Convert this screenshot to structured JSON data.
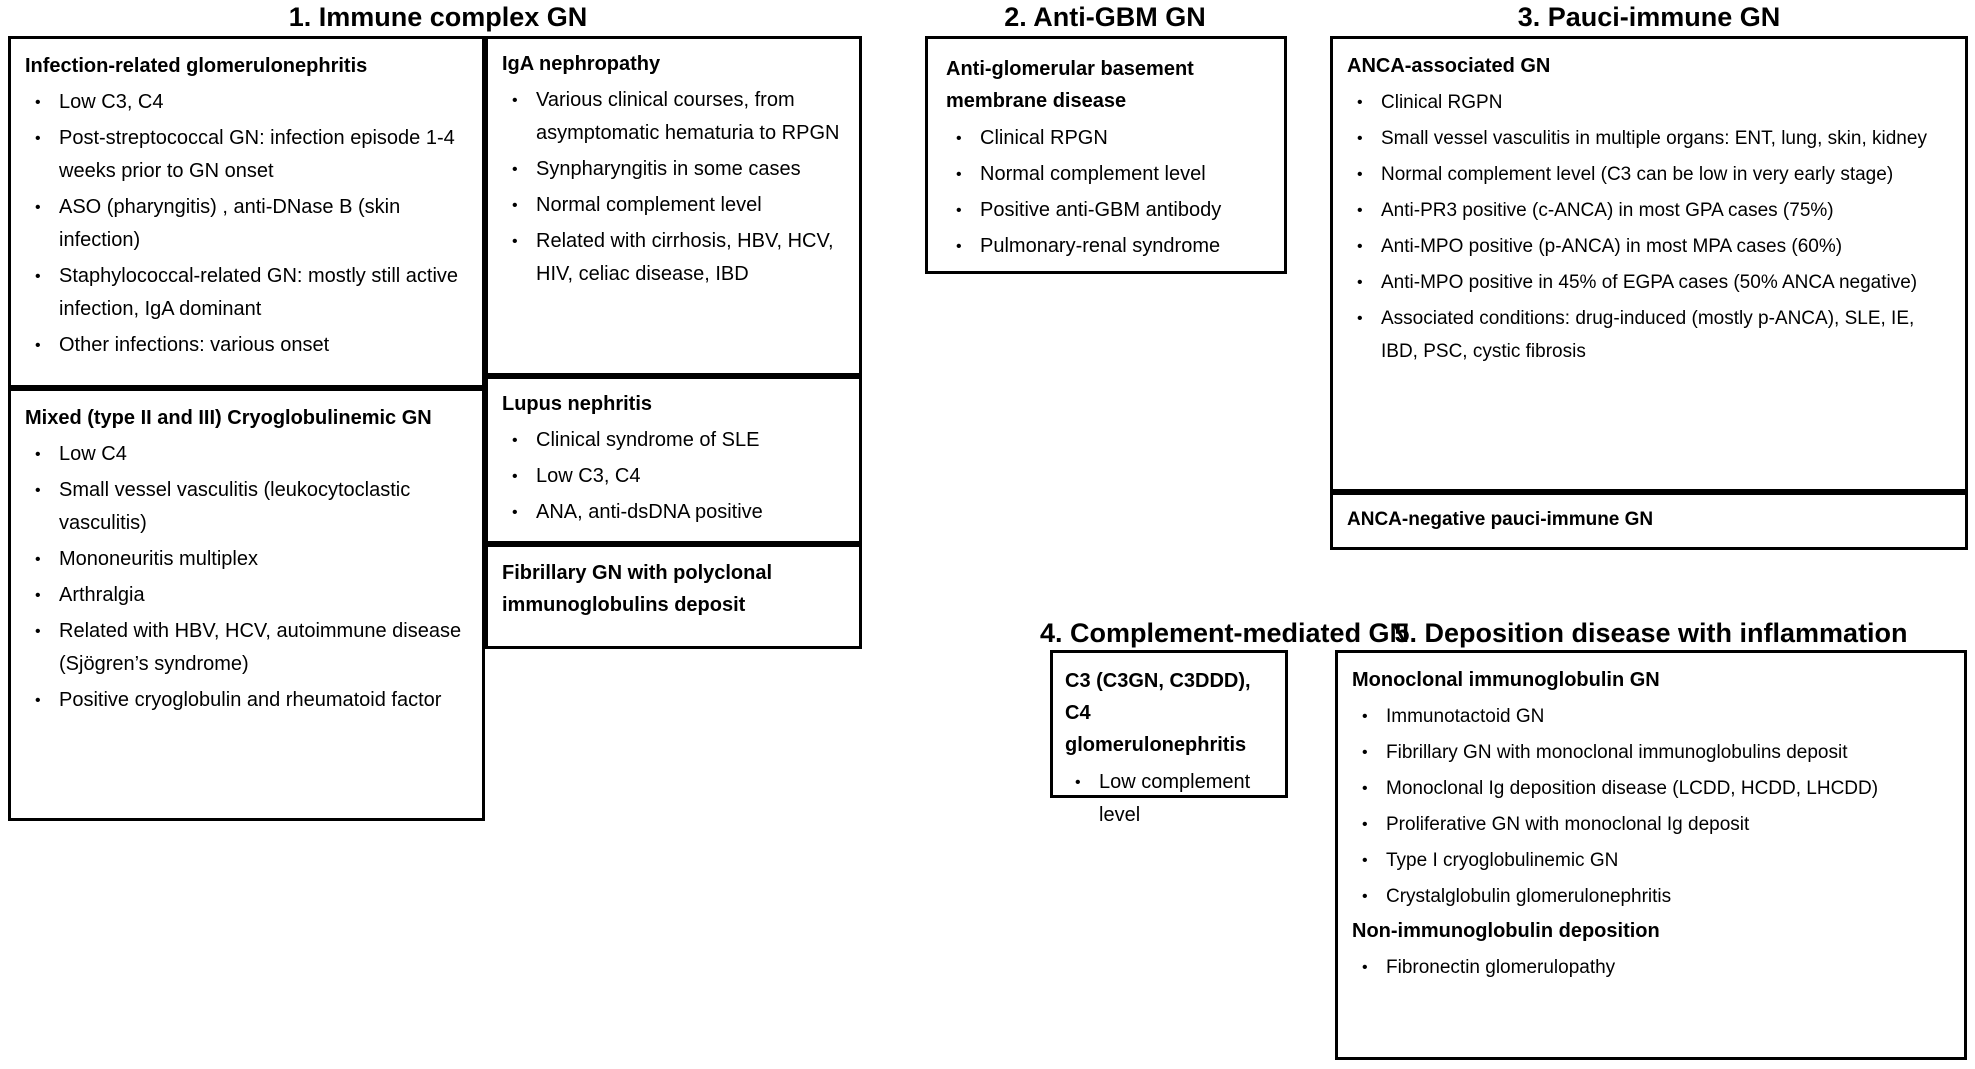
{
  "sections": [
    {
      "title": "1. Immune complex GN",
      "groups": [
        {
          "heading": "Infection-related glomerulonephritis",
          "items": [
            "Low C3, C4",
            "Post-streptococcal GN: infection episode 1-4 weeks prior to GN onset",
            "ASO (pharyngitis) , anti-DNase B (skin infection)",
            "Staphylococcal-related GN: mostly still active infection, IgA dominant",
            "Other infections: various onset"
          ]
        },
        {
          "heading": "Mixed (type II and III) Cryoglobulinemic GN",
          "items": [
            "Low C4",
            "Small vessel vasculitis (leukocytoclastic vasculitis)",
            "Mononeuritis multiplex",
            "Arthralgia",
            "Related with HBV, HCV, autoimmune disease (Sjögren’s syndrome)",
            "Positive cryoglobulin and rheumatoid factor"
          ]
        },
        {
          "heading": "IgA nephropathy",
          "items": [
            "Various clinical courses, from asymptomatic hematuria to RPGN",
            "Synpharyngitis in some cases",
            "Normal complement level",
            "Related with cirrhosis, HBV, HCV, HIV, celiac disease, IBD"
          ]
        },
        {
          "heading": "Lupus nephritis",
          "items": [
            "Clinical syndrome of SLE",
            "Low C3, C4",
            "ANA, anti-dsDNA positive"
          ]
        },
        {
          "heading": "Fibrillary GN with polyclonal immunoglobulins deposit",
          "items": []
        }
      ]
    },
    {
      "title": "2. Anti-GBM GN",
      "groups": [
        {
          "heading": "Anti-glomerular basement membrane disease",
          "items": [
            "Clinical RPGN",
            "Normal complement level",
            "Positive anti-GBM antibody",
            "Pulmonary-renal syndrome"
          ]
        }
      ]
    },
    {
      "title": "3. Pauci-immune GN",
      "groups": [
        {
          "heading": "ANCA-associated GN",
          "items": [
            "Clinical RGPN",
            "Small vessel vasculitis in multiple organs: ENT, lung, skin, kidney",
            "Normal complement level (C3 can be low in very early stage)",
            "Anti-PR3 positive (c-ANCA) in most GPA cases (75%)",
            "Anti-MPO positive (p-ANCA) in most MPA cases (60%)",
            "Anti-MPO positive in 45% of EGPA cases (50% ANCA negative)",
            "Associated conditions: drug-induced (mostly p-ANCA), SLE, IE, IBD, PSC, cystic fibrosis"
          ]
        },
        {
          "heading": "ANCA-negative pauci-immune GN",
          "items": []
        }
      ]
    },
    {
      "title": "4. Complement-mediated GN",
      "groups": [
        {
          "heading": "C3 (C3GN, C3DDD), C4 glomerulonephritis",
          "items": [
            "Low complement level"
          ]
        }
      ]
    },
    {
      "title": "5. Deposition disease with inflammation",
      "groups": [
        {
          "heading": "Monoclonal immunoglobulin GN",
          "items": [
            "Immunotactoid GN",
            "Fibrillary GN with monoclonal immunoglobulins deposit",
            "Monoclonal Ig deposition disease (LCDD, HCDD, LHCDD)",
            "Proliferative GN with monoclonal Ig deposit",
            "Type I cryoglobulinemic GN",
            "Crystalglobulin glomerulonephritis"
          ]
        },
        {
          "heading": "Non-immunoglobulin deposition",
          "items": [
            "Fibronectin glomerulopathy"
          ]
        }
      ]
    }
  ],
  "colors": {
    "border": "#000000",
    "text": "#000000",
    "background": "#ffffff"
  }
}
